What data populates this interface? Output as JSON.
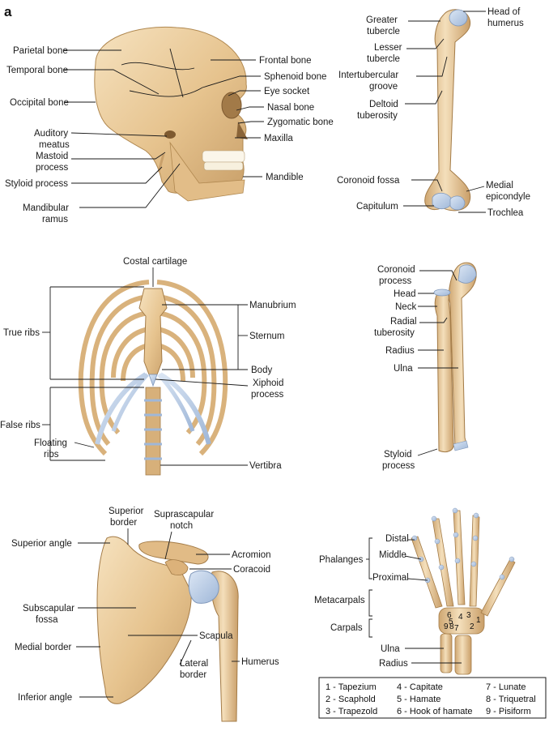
{
  "panel_letter": "a",
  "skull": {
    "parietal": "Parietal bone",
    "frontal": "Frontal bone",
    "temporal": "Temporal bone",
    "sphenoid": "Sphenoid bone",
    "occipital": "Occipital bone",
    "eye_socket": "Eye socket",
    "nasal": "Nasal bone",
    "zygomatic": "Zygomatic bone",
    "auditory_1": "Auditory",
    "auditory_2": "meatus",
    "maxilla": "Maxilla",
    "mastoid_1": "Mastoid",
    "mastoid_2": "process",
    "styloid": "Styloid process",
    "mandible": "Mandible",
    "ramus_1": "Mandibular",
    "ramus_2": "ramus"
  },
  "humerus": {
    "greater_1": "Greater",
    "greater_2": "tubercle",
    "head_1": "Head of",
    "head_2": "humerus",
    "lesser_1": "Lesser",
    "lesser_2": "tubercle",
    "inter_1": "Intertubercular",
    "inter_2": "groove",
    "deltoid_1": "Deltoid",
    "deltoid_2": "tuberosity",
    "coronoid_fossa": "Coronoid fossa",
    "medial_1": "Medial",
    "medial_2": "epicondyle",
    "capitulum": "Capitulum",
    "trochlea": "Trochlea"
  },
  "ribcage": {
    "costal": "Costal cartilage",
    "manubrium": "Manubrium",
    "true_ribs": "True ribs",
    "sternum": "Sternum",
    "body": "Body",
    "xiphoid_1": "Xiphoid",
    "xiphoid_2": "process",
    "false_ribs": "False ribs",
    "floating_1": "Floating",
    "floating_2": "ribs",
    "vertibra": "Vertibra"
  },
  "forearm": {
    "coronoid_1": "Coronoid",
    "coronoid_2": "process",
    "head": "Head",
    "neck": "Neck",
    "radial_1": "Radial",
    "radial_2": "tuberosity",
    "radius": "Radius",
    "ulna": "Ulna",
    "styloid_1": "Styloid",
    "styloid_2": "process"
  },
  "scapula": {
    "superior_border_1": "Superior",
    "superior_border_2": "border",
    "suprascapular_1": "Suprascapular",
    "suprascapular_2": "notch",
    "superior_angle": "Superior angle",
    "acromion": "Acromion",
    "coracoid": "Coracoid",
    "subscapular_1": "Subscapular",
    "subscapular_2": "fossa",
    "scapula": "Scapula",
    "medial_border": "Medial border",
    "lateral_1": "Lateral",
    "lateral_2": "border",
    "humerus": "Humerus",
    "inferior_angle": "Inferior angle"
  },
  "hand": {
    "distal": "Distal",
    "phalanges": "Phalanges",
    "middle": "Middle",
    "proximal": "Proximal",
    "metacarpals": "Metacarpals",
    "carpals": "Carpals",
    "ulna": "Ulna",
    "radius": "Radius",
    "n1": "1",
    "n2": "2",
    "n3": "3",
    "n4": "4",
    "n5": "5",
    "n6": "6",
    "n7": "7",
    "n8": "8",
    "n9": "9",
    "legend": {
      "l1": "1 - Tapezium",
      "l2": "2 - Scaphold",
      "l3": "3 - Trapezold",
      "l4": "4 - Capitate",
      "l5": "5 - Hamate",
      "l6": "6 - Hook of hamate",
      "l7": "7 - Lunate",
      "l8": "8 - Triquetral",
      "l9": "9 - Pisiform"
    }
  },
  "colors": {
    "bone": "#e9c99a",
    "bone_dark": "#c9a06a",
    "cartilage": "#b9cde6"
  }
}
